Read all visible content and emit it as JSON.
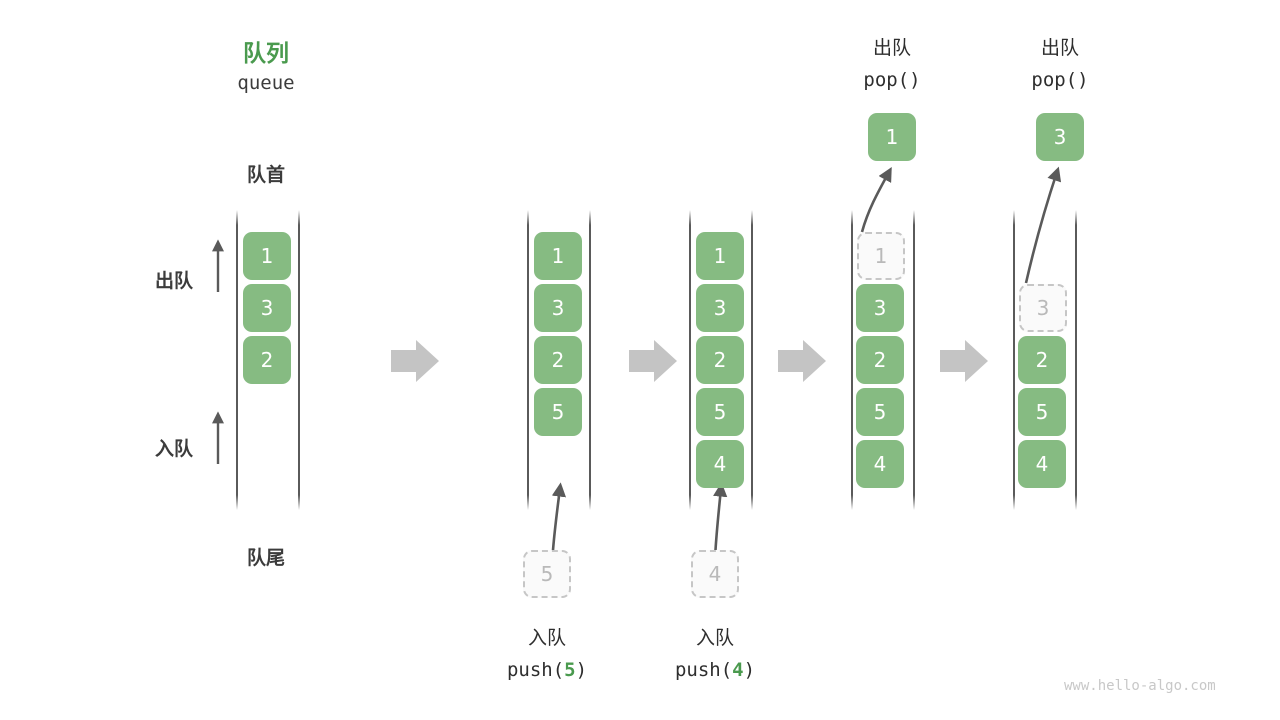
{
  "diagram": {
    "title_cn": "队列",
    "title_en": "queue",
    "front_label": "队首",
    "rear_label": "队尾",
    "dequeue_side_label": "出队",
    "enqueue_side_label": "入队",
    "watermark": "www.hello-algo.com",
    "accent_green": "#4a9a4e",
    "cell_green": "#86bb82",
    "ghost_gray": "#b9b9b9",
    "arrow_gray": "#c4c4c4",
    "line_gray": "#5a5a5a"
  },
  "columns": [
    {
      "id": "initial",
      "cells": [
        "1",
        "3",
        "2"
      ],
      "ghost_slot": null,
      "ghost_value": null
    },
    {
      "id": "push-5",
      "cells": [
        "1",
        "3",
        "2",
        "5"
      ],
      "ghost_slot": null,
      "ghost_value": null,
      "incoming_value": "5",
      "op_cn": "入队",
      "op_code_prefix": "push(",
      "op_code_num": "5",
      "op_code_suffix": ")"
    },
    {
      "id": "push-4",
      "cells": [
        "1",
        "3",
        "2",
        "5",
        "4"
      ],
      "ghost_slot": null,
      "ghost_value": null,
      "incoming_value": "4",
      "op_cn": "入队",
      "op_code_prefix": "push(",
      "op_code_num": "4",
      "op_code_suffix": ")"
    },
    {
      "id": "pop-1",
      "cells": [
        "3",
        "2",
        "5",
        "4"
      ],
      "ghost_slot": 0,
      "ghost_value": "1",
      "popped_value": "1",
      "op_cn": "出队",
      "op_code": "pop()"
    },
    {
      "id": "pop-3",
      "cells": [
        "2",
        "5",
        "4"
      ],
      "ghost_slot": 1,
      "ghost_value": "3",
      "popped_value": "3",
      "op_cn": "出队",
      "op_code": "pop()"
    }
  ],
  "transitions": [
    "step-arrow-1",
    "step-arrow-2",
    "step-arrow-3",
    "step-arrow-4"
  ]
}
